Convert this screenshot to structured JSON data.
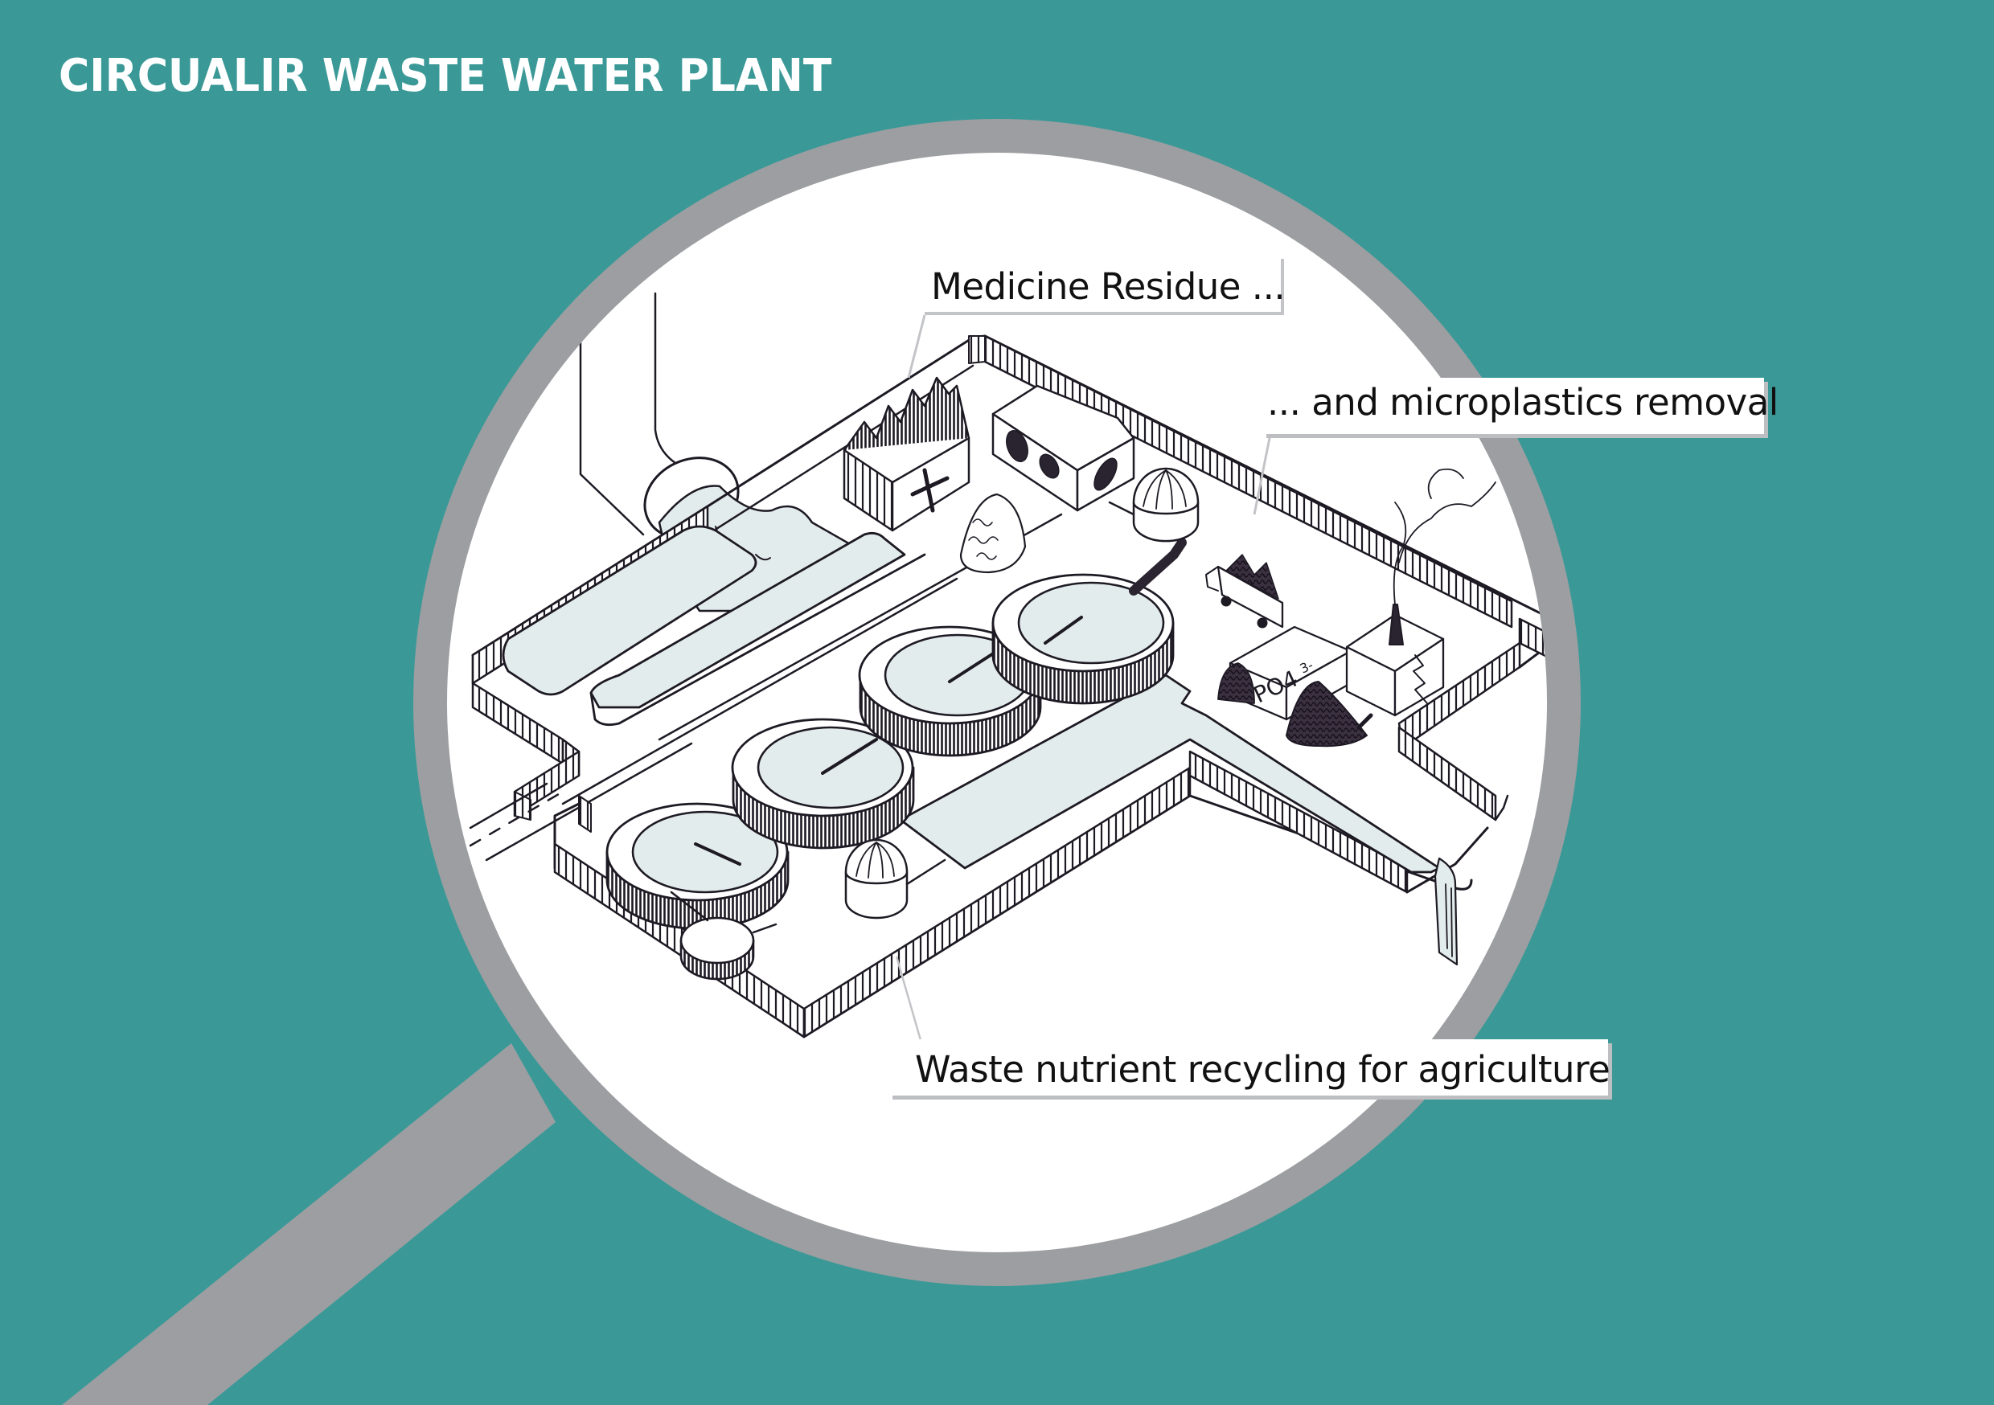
{
  "title": "CIRCUALIR WASTE WATER PLANT",
  "colors": {
    "background": "#3a9997",
    "magnifier_ring": "#9d9ea1",
    "lens": "#ffffff",
    "water": "#e3ecec",
    "ink": "#1e1a24",
    "label_border": "#c3c4c7"
  },
  "labels": {
    "medicine": "Medicine Residue ...",
    "microplastics": "... and microplastics removal",
    "nutrients": "Waste nutrient recycling for agriculture"
  },
  "illustration": {
    "phosphate_label": "PO4",
    "phosphate_charge": "3-",
    "icons": [
      "magnifying-glass",
      "inflow-pipe",
      "pharmacy-building",
      "bacteria-building",
      "digester-dome",
      "clarifier-tank",
      "sludge-cart",
      "phosphate-storage",
      "power-plant",
      "smoke-stack",
      "outflow-waterfall",
      "road"
    ]
  }
}
